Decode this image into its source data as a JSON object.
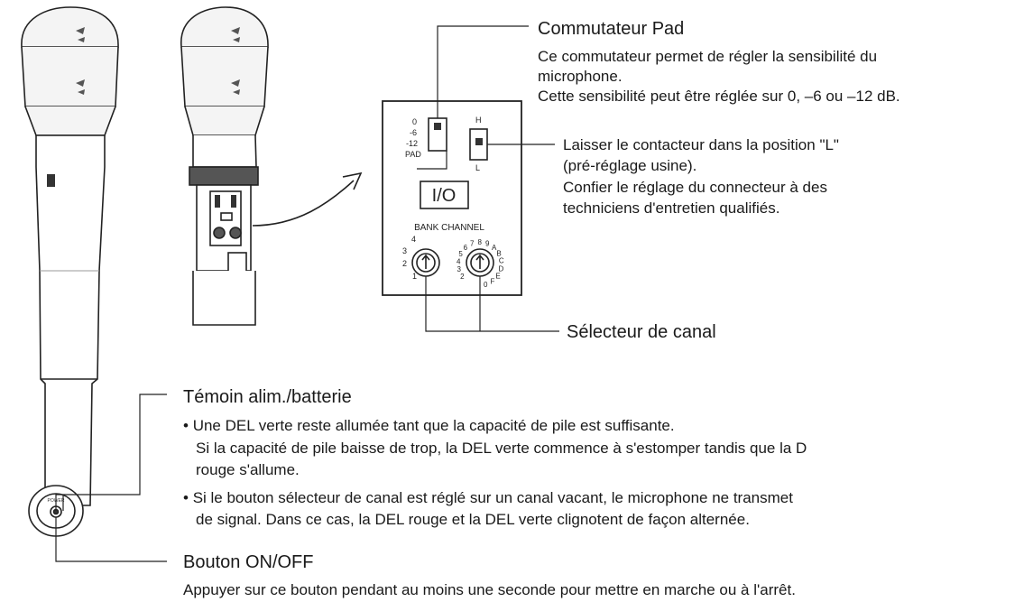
{
  "panel": {
    "pad_values": [
      "0",
      "-6",
      "-12"
    ],
    "pad_label": "PAD",
    "hl_top": "H",
    "hl_bottom": "L",
    "io_label": "I/O",
    "bank_channel_label": "BANK CHANNEL",
    "bank_dial_numbers": [
      "1",
      "2",
      "3",
      "4"
    ],
    "channel_dial_labels": [
      "2",
      "3",
      "4",
      "5",
      "6",
      "7",
      "8",
      "9",
      "A",
      "B",
      "C",
      "D",
      "E",
      "F",
      "0"
    ]
  },
  "callouts": {
    "pad": {
      "title": "Commutateur Pad",
      "lines": [
        "Ce commutateur permet de régler la sensibilité du",
        "microphone.",
        "Cette sensibilité peut être réglée sur 0, –6 ou –12 dB."
      ]
    },
    "hl_switch": {
      "lines": [
        "Laisser le contacteur dans la position \"L\"",
        "(pré-réglage usine).",
        "Confier le réglage du connecteur à des",
        "techniciens d'entretien qualifiés."
      ]
    },
    "channel_selector": {
      "title": "Sélecteur de canal"
    },
    "indicator": {
      "title": "Témoin alim./batterie",
      "bullet1_line1": "Une DEL verte reste allumée tant que la capacité de pile est suffisante.",
      "bullet1_line2": "Si la capacité de pile baisse de trop, la DEL verte commence à s'estomper tandis que la D",
      "bullet1_line3": "rouge s'allume.",
      "bullet2_line1": "Si le bouton sélecteur de canal est réglé sur un canal vacant, le microphone ne transmet",
      "bullet2_line2": "de signal. Dans ce cas, la DEL rouge et la DEL verte clignotent de façon alternée.",
      "bullet_char": "•"
    },
    "onoff": {
      "title": "Bouton ON/OFF",
      "text": "Appuyer sur ce bouton pendant au moins une seconde pour mettre en marche ou à l'arrêt."
    }
  },
  "mic_button_label": "POWER"
}
